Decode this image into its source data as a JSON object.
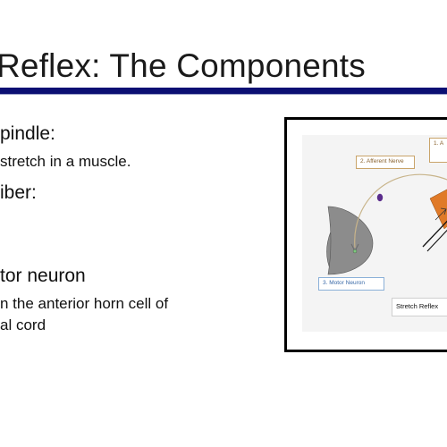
{
  "slide": {
    "title": "Reflex: The Components",
    "rule_color": "#0b0f73"
  },
  "bullets": {
    "b1_heading": "pindle:",
    "b1_sub": "stretch in a muscle.",
    "b2_heading": "iber:",
    "b3_heading": "tor neuron",
    "b3_sub1": "n  the anterior horn cell of",
    "b3_sub2": "al cord"
  },
  "diagram": {
    "labels": {
      "afferent": "2. Afferent Nerve",
      "a1": "1. A",
      "motor": "3. Motor Neuron",
      "reflex": "Stretch Reflex"
    },
    "colors": {
      "spinal_cord": "#8c8c8c",
      "nerve_path": "#c8b48a",
      "muscle": "#e07a28",
      "receptor_dot": "#5b2d8c"
    }
  }
}
